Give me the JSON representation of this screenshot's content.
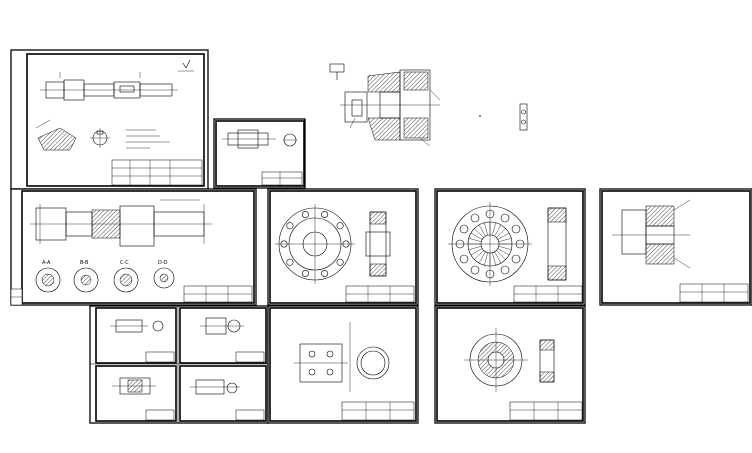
{
  "labels": {
    "section_aa": "A-A",
    "section_bb": "B-B",
    "section_cc": "C-C",
    "section_dd": "D-D"
  }
}
